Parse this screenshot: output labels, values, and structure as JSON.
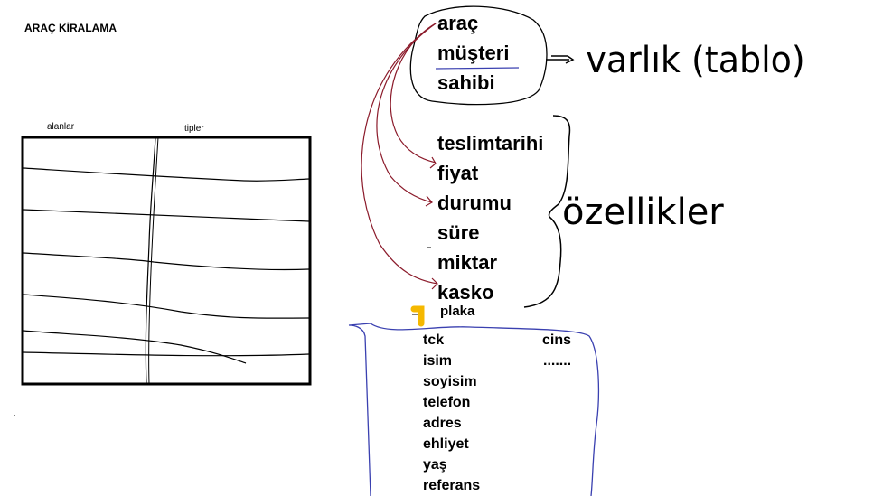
{
  "title": "ARAÇ KİRALAMA",
  "table": {
    "col1": "alanlar",
    "col2": "tipler"
  },
  "entities": [
    "araç",
    "müşteri",
    "sahibi"
  ],
  "entity_label": "varlık (tablo)",
  "attributes": [
    "teslimtarihi",
    "fiyat",
    "durumu",
    "süre",
    "miktar",
    "kasko"
  ],
  "attribute_label": "özellikler",
  "plaka": "plaka",
  "customer_fields": [
    "tck",
    "isim",
    "soyisim",
    "telefon",
    "adres",
    "ehliyet",
    "yaş",
    "referans"
  ],
  "customer_side": [
    "cins",
    "......."
  ],
  "colors": {
    "arrow": "#8b1a2a",
    "cloud": "#3a40b0",
    "marker": "#f5b800"
  }
}
